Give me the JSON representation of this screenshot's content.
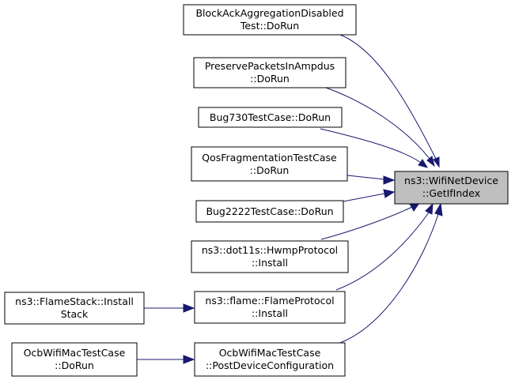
{
  "graph": {
    "edge_color": "#191970",
    "target_fill": "#bfbfbf",
    "nodes": [
      {
        "id": "target",
        "lines": [
          "ns3::WifiNetDevice",
          "::GetIfIndex"
        ]
      },
      {
        "id": "n1",
        "lines": [
          "BlockAckAggregationDisabled",
          "Test::DoRun"
        ]
      },
      {
        "id": "n2",
        "lines": [
          "PreservePacketsInAmpdus",
          "::DoRun"
        ]
      },
      {
        "id": "n3",
        "lines": [
          "Bug730TestCase::DoRun"
        ]
      },
      {
        "id": "n4",
        "lines": [
          "QosFragmentationTestCase",
          "::DoRun"
        ]
      },
      {
        "id": "n5",
        "lines": [
          "Bug2222TestCase::DoRun"
        ]
      },
      {
        "id": "n6",
        "lines": [
          "ns3::dot11s::HwmpProtocol",
          "::Install"
        ]
      },
      {
        "id": "n7",
        "lines": [
          "ns3::flame::FlameProtocol",
          "::Install"
        ]
      },
      {
        "id": "n8",
        "lines": [
          "OcbWifiMacTestCase",
          "::PostDeviceConfiguration"
        ]
      },
      {
        "id": "n9",
        "lines": [
          "ns3::FlameStack::Install",
          "Stack"
        ]
      },
      {
        "id": "n10",
        "lines": [
          "OcbWifiMacTestCase",
          "::DoRun"
        ]
      }
    ]
  }
}
